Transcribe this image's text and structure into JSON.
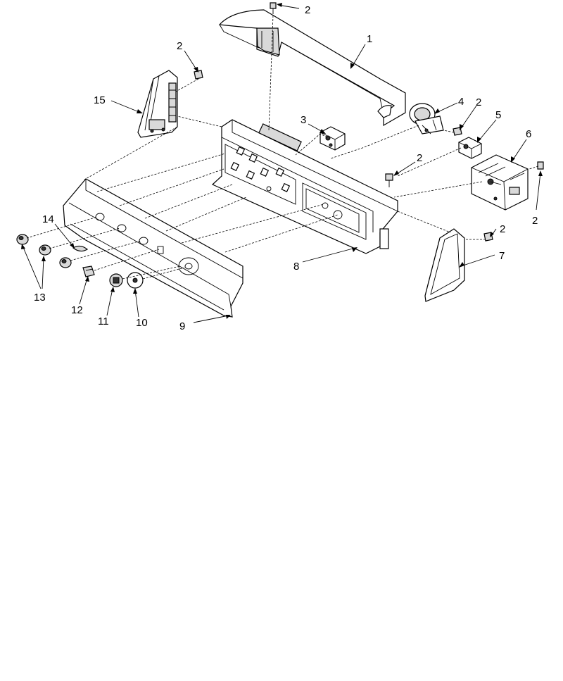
{
  "callouts": [
    "1",
    "2",
    "3",
    "4",
    "5",
    "6",
    "7",
    "8",
    "9",
    "10",
    "11",
    "12",
    "13",
    "14",
    "15"
  ]
}
